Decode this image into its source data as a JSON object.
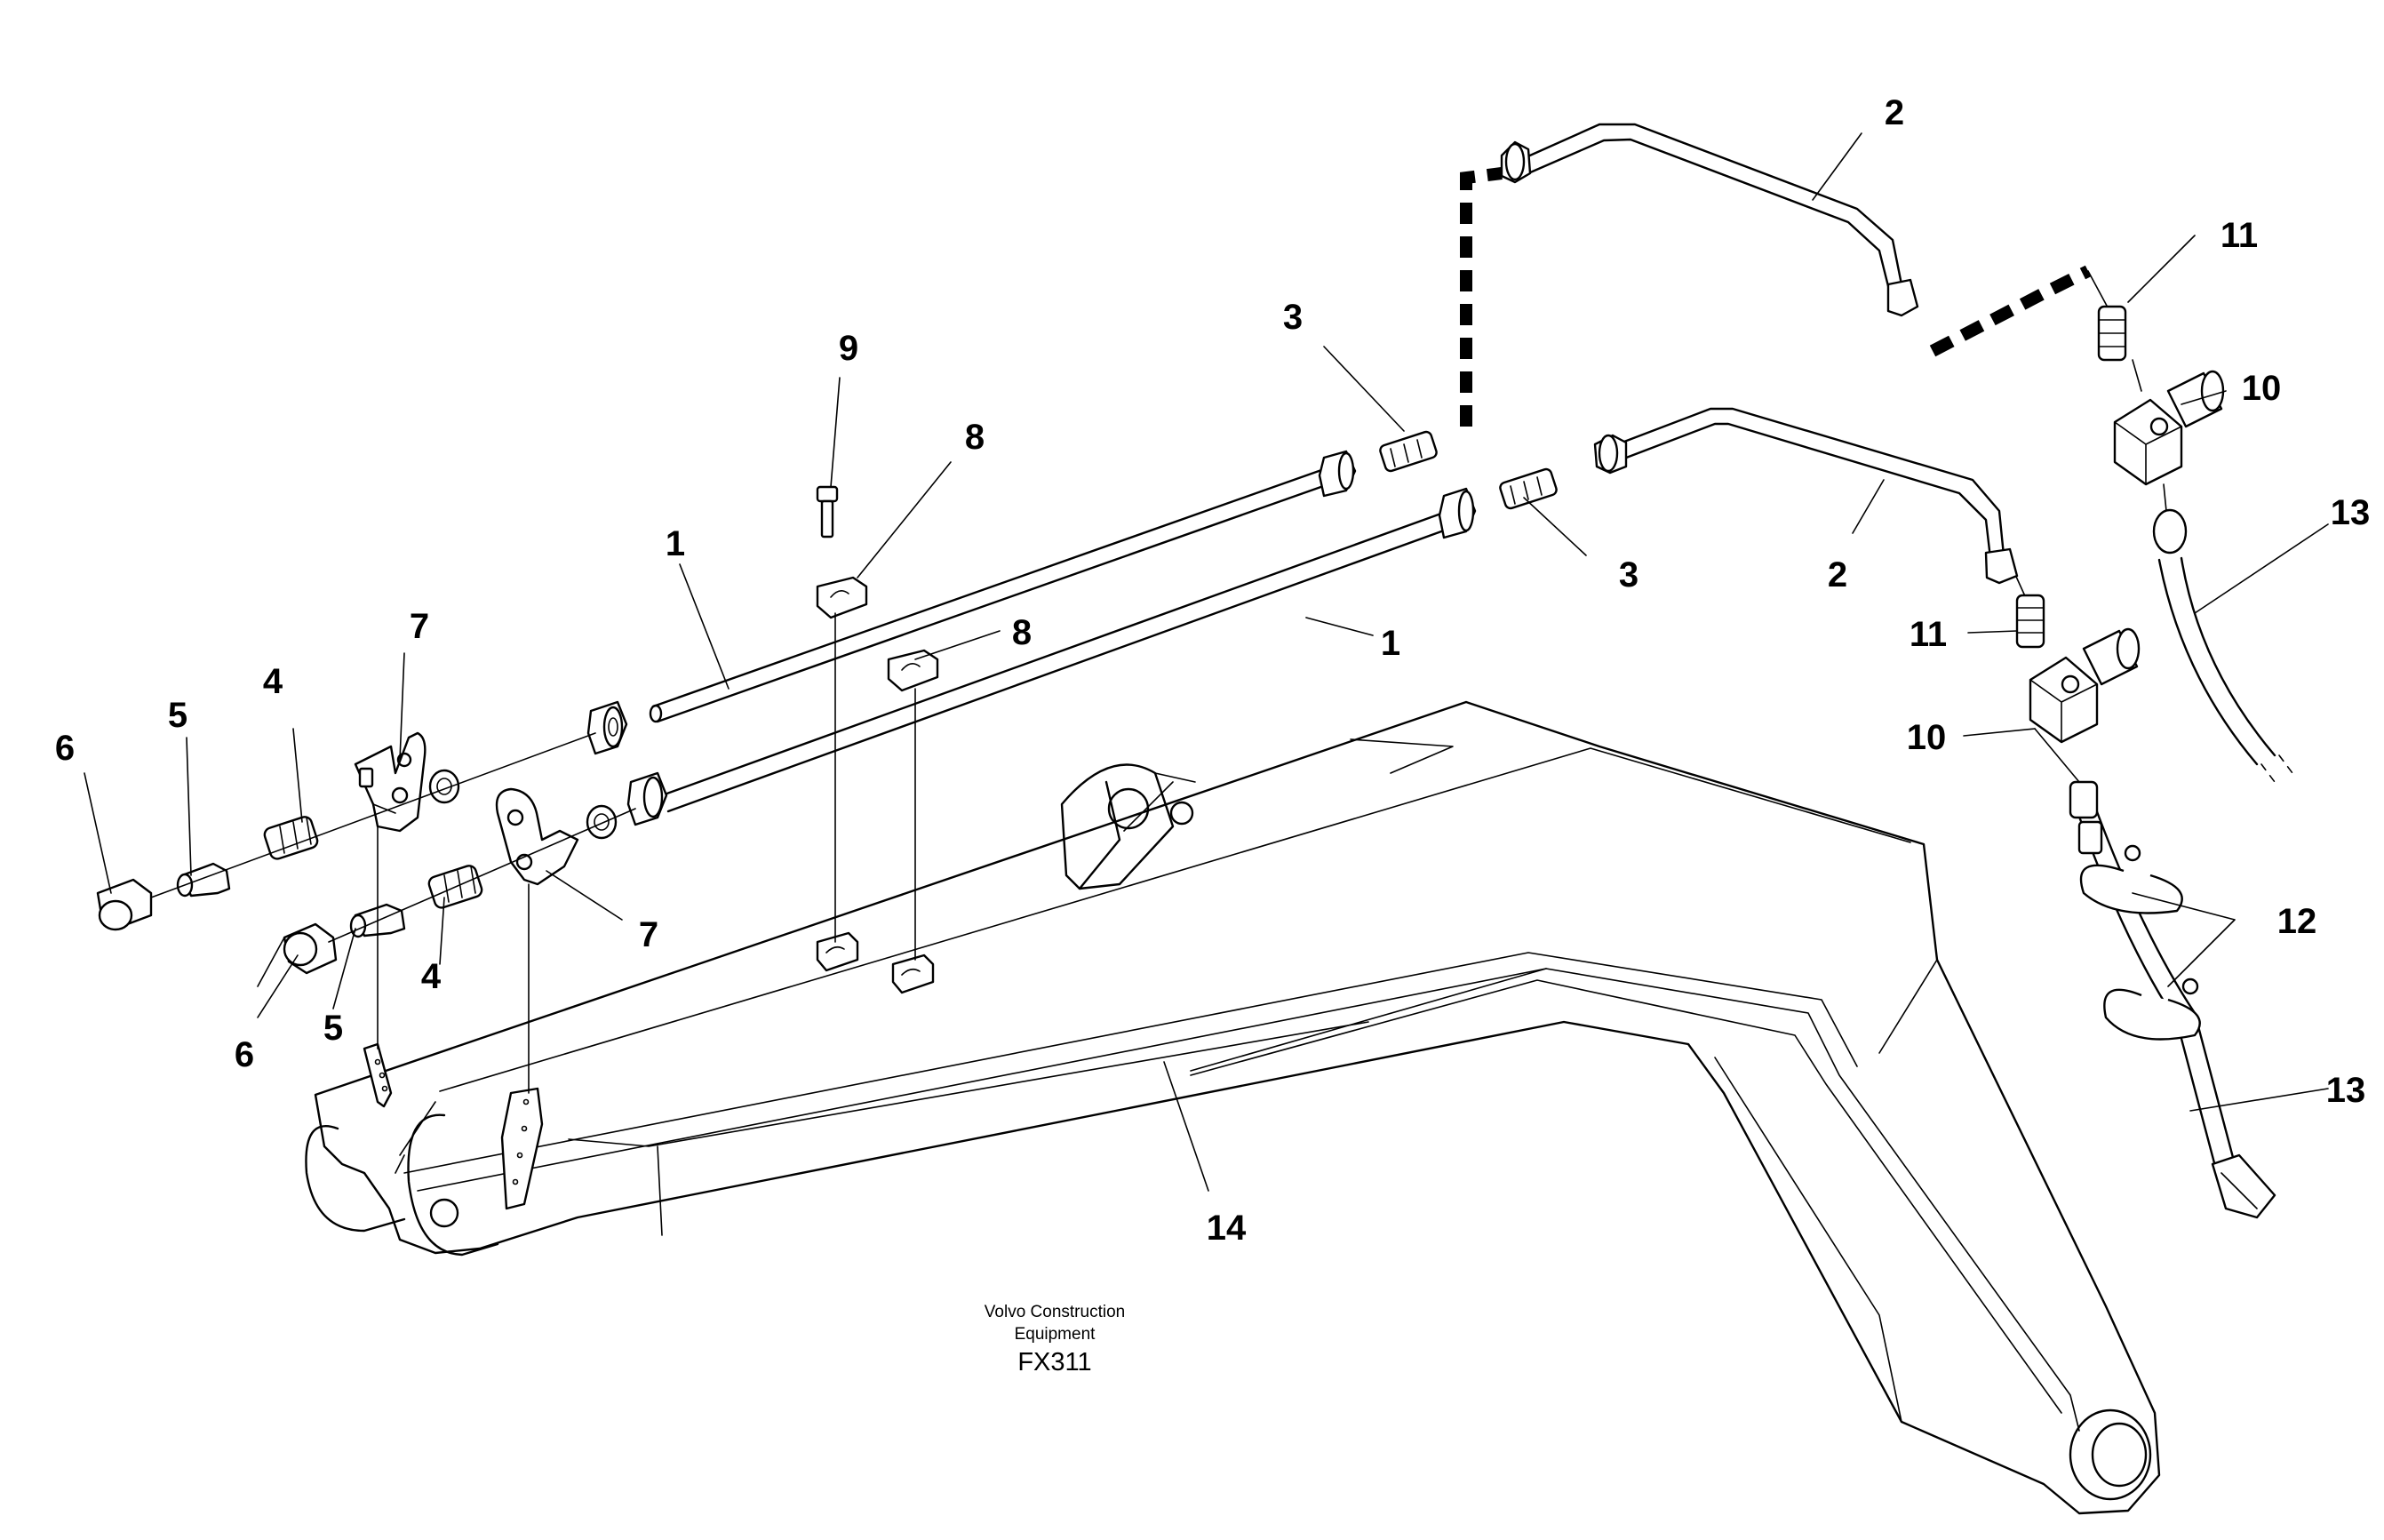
{
  "diagram": {
    "callouts": [
      "1",
      "1",
      "2",
      "2",
      "3",
      "3",
      "4",
      "4",
      "5",
      "5",
      "6",
      "6",
      "7",
      "7",
      "8",
      "8",
      "9",
      "10",
      "10",
      "11",
      "11",
      "12",
      "13",
      "13",
      "14"
    ]
  },
  "credit": {
    "company": "Volvo Construction",
    "subline": "Equipment",
    "code": "FX311"
  }
}
